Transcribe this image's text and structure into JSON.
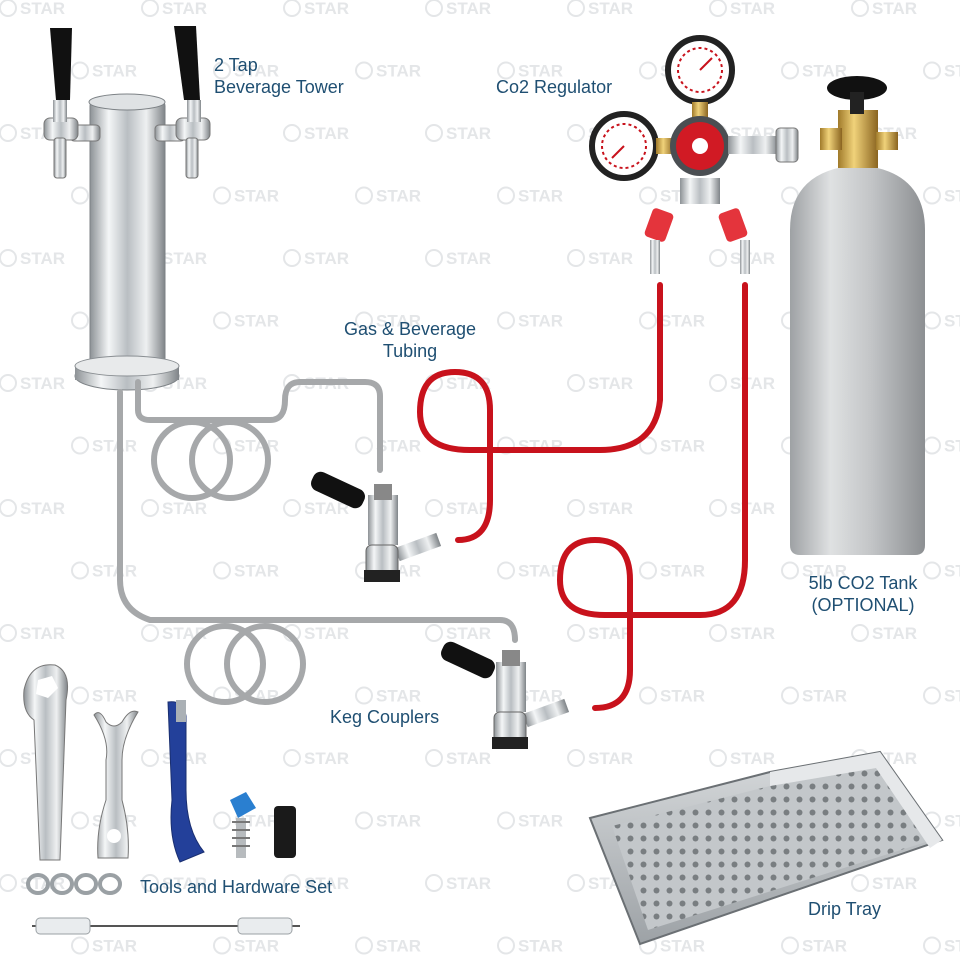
{
  "watermark": {
    "text": "STAR"
  },
  "labels": {
    "tower": {
      "line1": "2 Tap",
      "line2": "Beverage Tower"
    },
    "regulator": "Co2 Regulator",
    "tubing": {
      "line1": "Gas & Beverage",
      "line2": "Tubing"
    },
    "tank": {
      "line1": "5lb CO2 Tank",
      "line2": "(OPTIONAL)"
    },
    "couplers": "Keg Couplers",
    "tools": "Tools and Hardware Set",
    "drip_tray": "Drip Tray"
  },
  "colors": {
    "label_text": "#1f4f72",
    "gas_line": "#c8121c",
    "beverage_line": "#a6a8aa",
    "chrome": "#cfd3d6",
    "tank_body": "#c7c9cb",
    "tap_handle": "#111111",
    "wrench_blue": "#23409a",
    "watermark": "#e4e6e8"
  }
}
